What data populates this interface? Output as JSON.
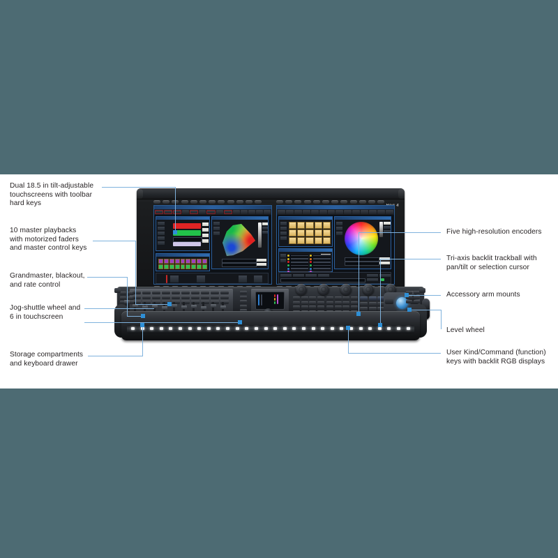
{
  "page": {
    "background_color": "#4d6b73",
    "content_background": "#ffffff",
    "leader_line_color": "#7fb2dd",
    "marker_color": "#2e8fd6",
    "text_color": "#231f20"
  },
  "product": {
    "brand_logo": "Hog 4",
    "device_name": "lighting-control-console"
  },
  "callouts": {
    "left": [
      {
        "id": "touchscreens",
        "text": "Dual 18.5 in tilt-adjustable\ntouchscreens with toolbar\nhard keys"
      },
      {
        "id": "master-playbacks",
        "text": "10 master playbacks\nwith motorized faders\nand master control keys"
      },
      {
        "id": "grandmaster",
        "text": "Grandmaster, blackout,\nand rate control"
      },
      {
        "id": "jog-shuttle",
        "text": "Jog-shuttle wheel and\n6 in touchscreen"
      },
      {
        "id": "storage",
        "text": "Storage compartments\nand keyboard drawer"
      }
    ],
    "right": [
      {
        "id": "encoders",
        "text": "Five high-resolution encoders"
      },
      {
        "id": "trackball",
        "text": "Tri-axis backlit trackball with\npan/tilt or selection cursor"
      },
      {
        "id": "arm-mounts",
        "text": "Accessory arm mounts"
      },
      {
        "id": "level-wheel",
        "text": "Level wheel"
      },
      {
        "id": "user-keys",
        "text": "User Kind/Command (function)\nkeys with backlit RGB displays"
      }
    ]
  }
}
